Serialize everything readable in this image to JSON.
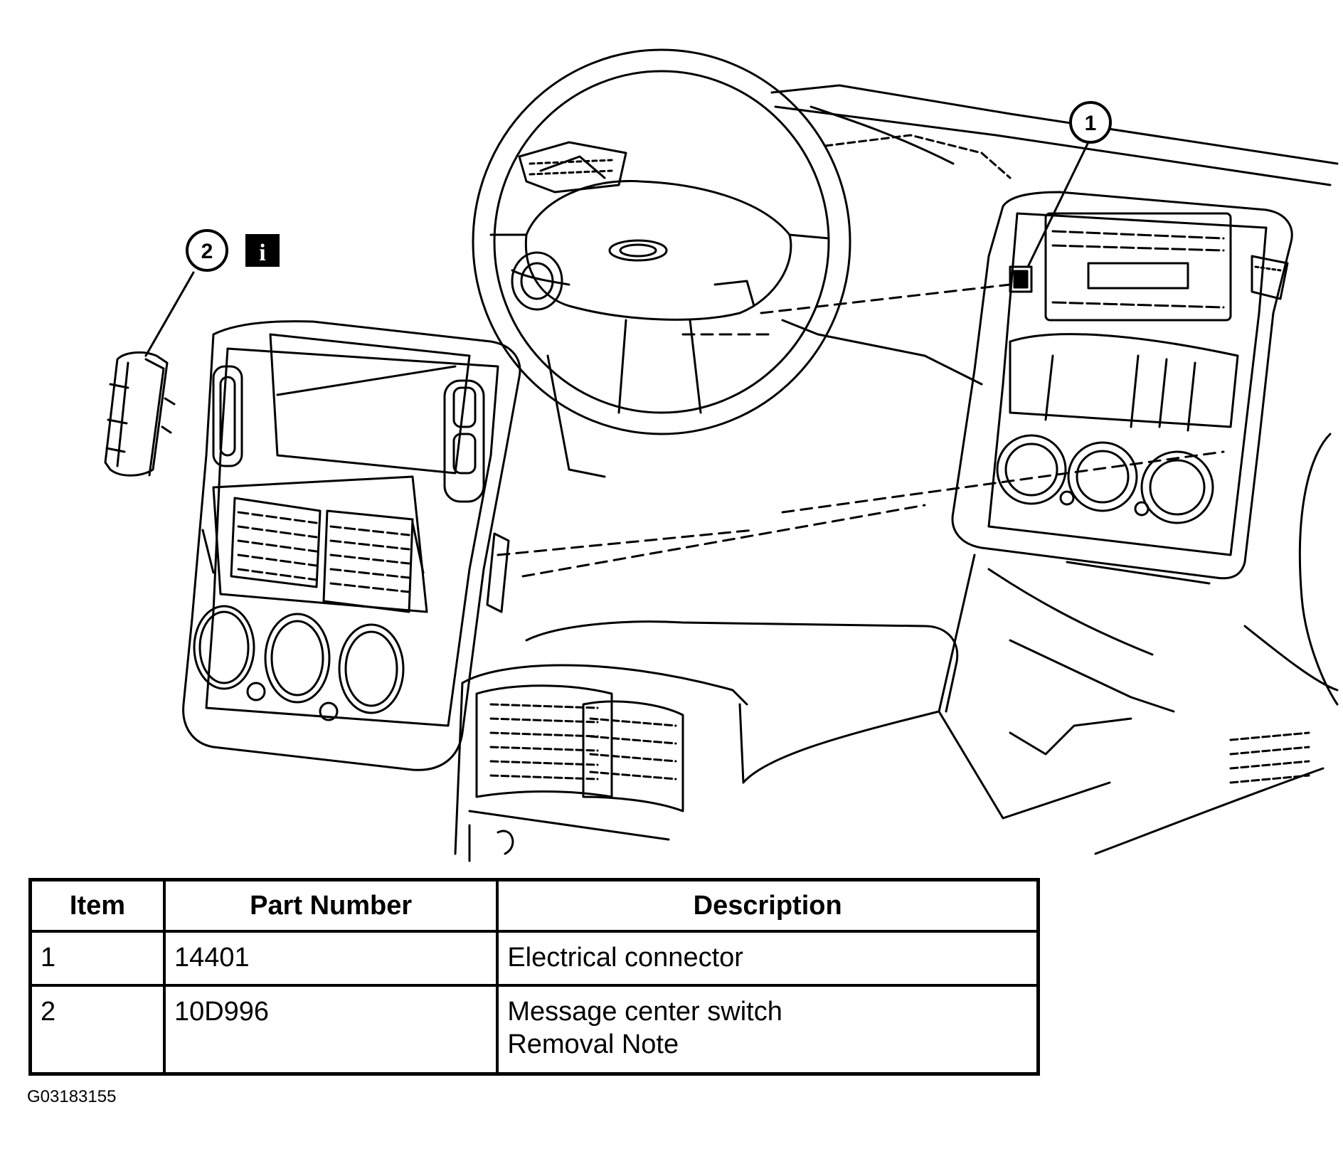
{
  "callouts": [
    {
      "number": "1"
    },
    {
      "number": "2"
    }
  ],
  "info_icon_glyph": "i",
  "table": {
    "headers": [
      "Item",
      "Part Number",
      "Description"
    ],
    "rows": [
      {
        "item": "1",
        "part_number": "14401",
        "description": [
          "Electrical connector"
        ]
      },
      {
        "item": "2",
        "part_number": "10D996",
        "description": [
          "Message center switch",
          "Removal Note"
        ]
      }
    ]
  },
  "figure_code": "G03183155"
}
